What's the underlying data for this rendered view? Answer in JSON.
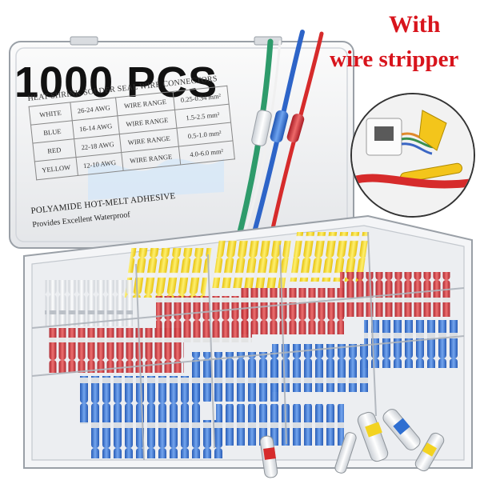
{
  "title": "1000 PCS",
  "callout": {
    "line1": "With",
    "line2": "wire stripper",
    "color": "#d8141c"
  },
  "spec": {
    "heading": "HEAT SHRINK SOLDER SEAL WIRE CONNECTORS",
    "rows": [
      {
        "color": "WHITE",
        "awg": "26-24 AWG",
        "label": "WIRE RANGE",
        "range": "0.25-0.34 mm²"
      },
      {
        "color": "BLUE",
        "awg": "16-14 AWG",
        "label": "WIRE RANGE",
        "range": "1.5-2.5 mm²"
      },
      {
        "color": "RED",
        "awg": "22-18 AWG",
        "label": "WIRE RANGE",
        "range": "0.5-1.0 mm²"
      },
      {
        "color": "YELLOW",
        "awg": "12-10 AWG",
        "label": "WIRE RANGE",
        "range": "4.0-6.0 mm²"
      }
    ]
  },
  "adhesive": "POLYAMIDE HOT-MELT ADHESIVE",
  "waterproof": "Provides Excellent Waterproof",
  "colors": {
    "red": "#d62b2b",
    "blue": "#2f6fd1",
    "yellow": "#f3d321",
    "clear": "#e9ecef",
    "wire_green": "#2e9b6b"
  }
}
